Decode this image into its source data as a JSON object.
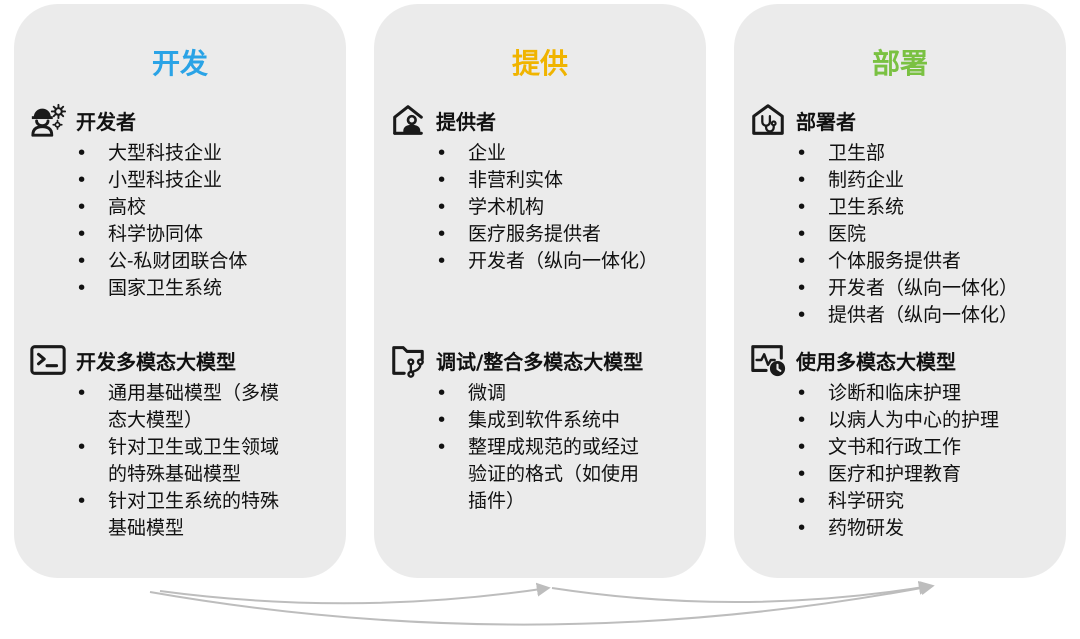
{
  "colors": {
    "panel_bg": "#ebebeb",
    "develop": "#2aa3e6",
    "provide": "#f0b400",
    "deploy": "#7ac142",
    "arrow": "#bdbdbd",
    "icon": "#1a1a1a"
  },
  "panels": [
    {
      "title": "开发",
      "title_color": "#2aa3e6",
      "sections": [
        {
          "icon": "worker-gears-icon",
          "heading": "开发者",
          "items": [
            "大型科技企业",
            "小型科技企业",
            "高校",
            "科学协同体",
            "公-私财团联合体",
            "国家卫生系统"
          ]
        },
        {
          "icon": "terminal-icon",
          "heading": "开发多模态大模型",
          "items": [
            "通用基础模型（多模\n态大模型）",
            "针对卫生或卫生领域\n的特殊基础模型",
            "针对卫生系统的特殊\n基础模型"
          ]
        }
      ]
    },
    {
      "title": "提供",
      "title_color": "#f0b400",
      "sections": [
        {
          "icon": "home-user-icon",
          "heading": "提供者",
          "items": [
            "企业",
            "非营利实体",
            "学术机构",
            "医疗服务提供者",
            "开发者（纵向一体化）"
          ]
        },
        {
          "icon": "folder-branch-icon",
          "heading": "调试/整合多模态大模型",
          "items": [
            "微调",
            "集成到软件系统中",
            "整理成规范的或经过\n验证的格式（如使用\n插件）"
          ]
        }
      ]
    },
    {
      "title": "部署",
      "title_color": "#7ac142",
      "sections": [
        {
          "icon": "home-stethoscope-icon",
          "heading": "部署者",
          "items": [
            "卫生部",
            "制药企业",
            "卫生系统",
            "医院",
            "个体服务提供者",
            "开发者（纵向一体化）",
            "提供者（纵向一体化）"
          ]
        },
        {
          "icon": "monitor-check-icon",
          "heading": "使用多模态大模型",
          "items": [
            "诊断和临床护理",
            "以病人为中心的护理",
            "文书和行政工作",
            "医疗和护理教育",
            "科学研究",
            "药物研发"
          ]
        }
      ]
    }
  ]
}
